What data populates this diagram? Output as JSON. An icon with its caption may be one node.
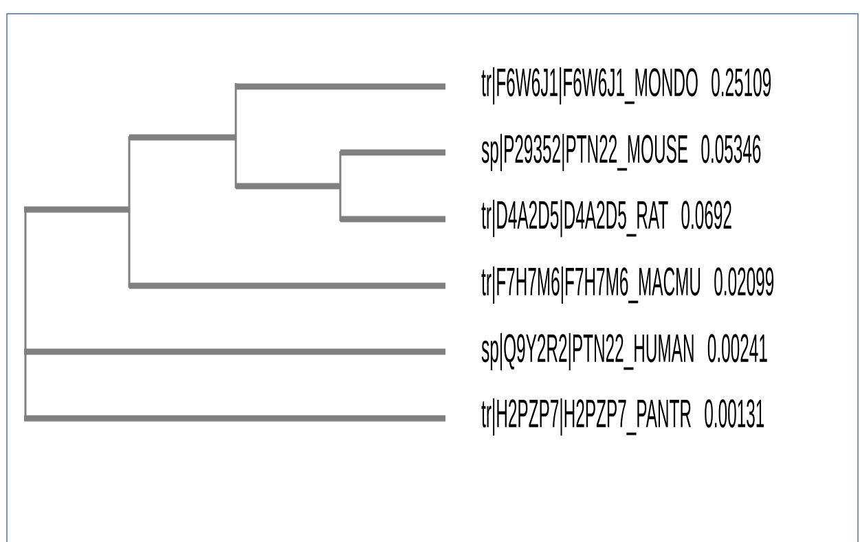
{
  "diagram": {
    "labels": [
      "tr|F6W6J1|F6W6J1_MONDO 0.25109",
      "sp|P29352|PTN22_MOUSE 0.05346",
      "tr|D4A2D5|D4A2D5_RAT 0.0692",
      "tr|F7H7M6|F7H7M6_MACMU 0.02099",
      "sp|Q9Y2R2|PTN22_HUMAN 0.00241",
      "tr|H2PZP7|H2PZP7_PANTR 0.00131"
    ]
  }
}
